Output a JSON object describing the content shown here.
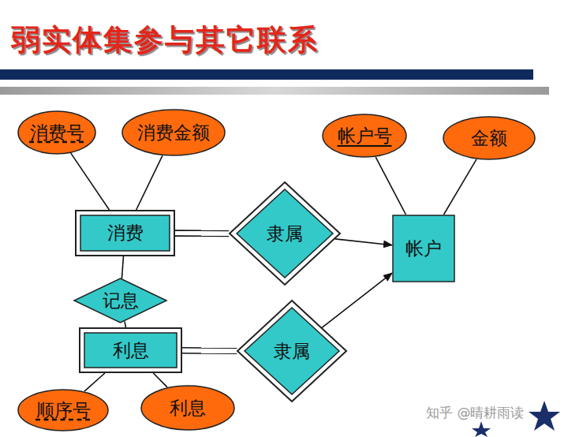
{
  "diagram": {
    "title": "弱实体集参与其它联系",
    "nodes": [
      {
        "text": [
          "消费号"
        ]
      },
      {
        "text": [
          "消费金额"
        ]
      },
      {
        "text": [
          "帐户号"
        ]
      },
      {
        "text": [
          "金额"
        ]
      },
      {
        "text": [
          "消费"
        ]
      },
      {
        "text": [
          "隶属"
        ]
      },
      {
        "text": [
          "帐户"
        ]
      },
      {
        "text": [
          "记息"
        ]
      },
      {
        "text": [
          "利息"
        ]
      },
      {
        "text": [
          "隶属"
        ]
      },
      {
        "text": [
          "顺序号"
        ]
      },
      {
        "text": [
          "利息"
        ]
      }
    ],
    "edges": [
      {
        "from": 0,
        "to": 4,
        "arrow": "none"
      },
      {
        "from": 1,
        "to": 4,
        "arrow": "none"
      },
      {
        "from": 2,
        "to": 6,
        "arrow": "none"
      },
      {
        "from": 3,
        "to": 6,
        "arrow": "none"
      },
      {
        "from": 4,
        "to": 5,
        "arrow": "none"
      },
      {
        "from": 5,
        "to": 6,
        "arrow": "to"
      },
      {
        "from": 4,
        "to": 7,
        "arrow": "none"
      },
      {
        "from": 7,
        "to": 8,
        "arrow": "none"
      },
      {
        "from": 8,
        "to": 9,
        "arrow": "none"
      },
      {
        "from": 9,
        "to": 6,
        "arrow": "to"
      },
      {
        "from": 10,
        "to": 8,
        "arrow": "none"
      },
      {
        "from": 11,
        "to": 8,
        "arrow": "none"
      }
    ],
    "labels": [
      "知乎 @晴耕雨读"
    ]
  }
}
